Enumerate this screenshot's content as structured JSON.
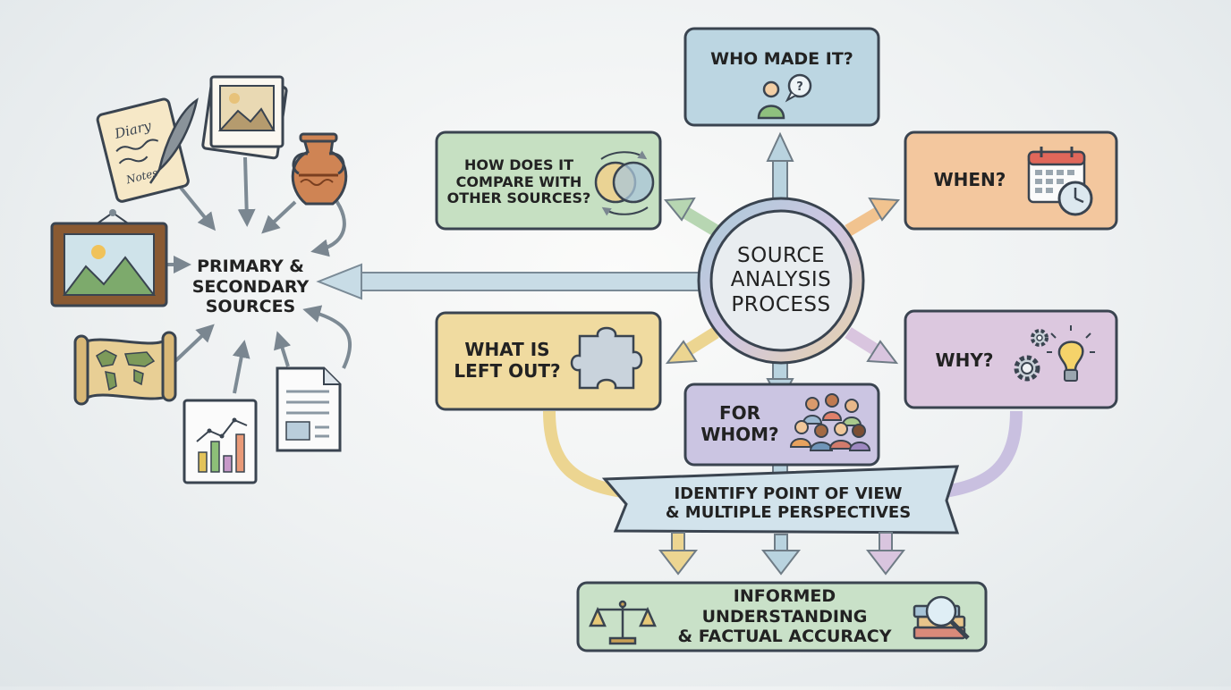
{
  "sources": {
    "title": "PRIMARY &\nSECONDARY\nSOURCES",
    "diary_title": "Diary",
    "diary_notes": "Notes"
  },
  "center": {
    "title": "SOURCE\nANALYSIS\nPROCESS"
  },
  "questions": {
    "who": "WHO MADE IT?",
    "when": "WHEN?",
    "why": "WHY?",
    "for_whom": "FOR\nWHOM?",
    "left_out": "WHAT IS\nLEFT OUT?",
    "compare": "HOW DOES IT\nCOMPARE WITH\nOTHER SOURCES?"
  },
  "banner": {
    "text": "IDENTIFY POINT OF VIEW\n& MULTIPLE PERSPECTIVES"
  },
  "result": {
    "text": "INFORMED UNDERSTANDING\n& FACTUAL ACCURACY"
  },
  "colors": {
    "who_bg": "#bcd6e2",
    "when_bg": "#f3c79e",
    "why_bg": "#dcc8df",
    "for_whom_bg": "#cbc5e2",
    "left_out_bg": "#f0dba0",
    "compare_bg": "#c6e0c2",
    "result_bg": "#c9e1c8",
    "banner_bg": "#d2e3ec",
    "outline": "#3a4450"
  }
}
